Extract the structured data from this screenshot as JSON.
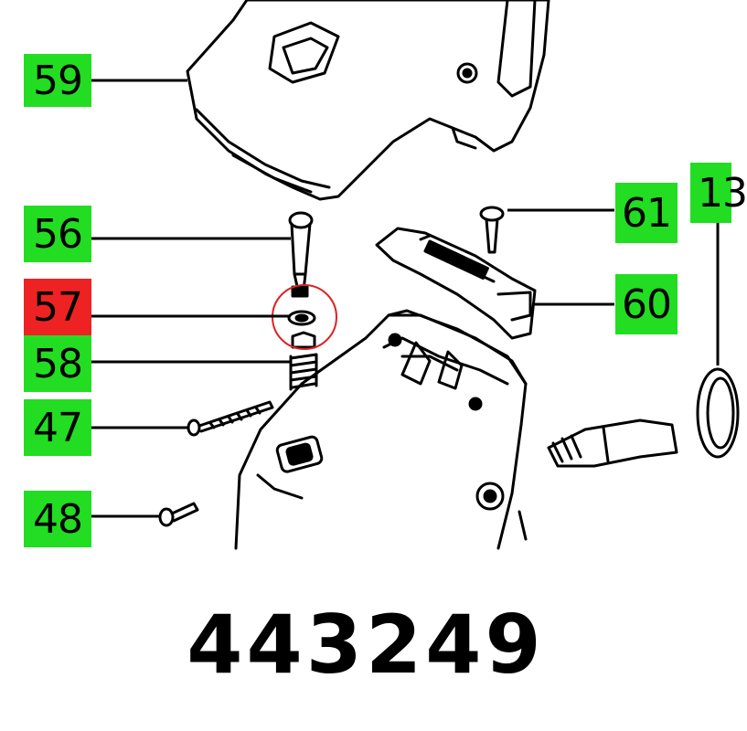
{
  "colors": {
    "label_green": "#22dd22",
    "label_red": "#ee2222",
    "highlight_circle": "#dd2222",
    "line": "#000000"
  },
  "callouts": [
    {
      "id": "59",
      "label": "59",
      "highlight": false
    },
    {
      "id": "56",
      "label": "56",
      "highlight": false
    },
    {
      "id": "57",
      "label": "57",
      "highlight": true
    },
    {
      "id": "58",
      "label": "58",
      "highlight": false
    },
    {
      "id": "47",
      "label": "47",
      "highlight": false
    },
    {
      "id": "48",
      "label": "48",
      "highlight": false
    },
    {
      "id": "61",
      "label": "61",
      "highlight": false
    },
    {
      "id": "60",
      "label": "60",
      "highlight": false
    },
    {
      "id": "13",
      "label": "13",
      "highlight": false
    }
  ],
  "part_number": "443249"
}
